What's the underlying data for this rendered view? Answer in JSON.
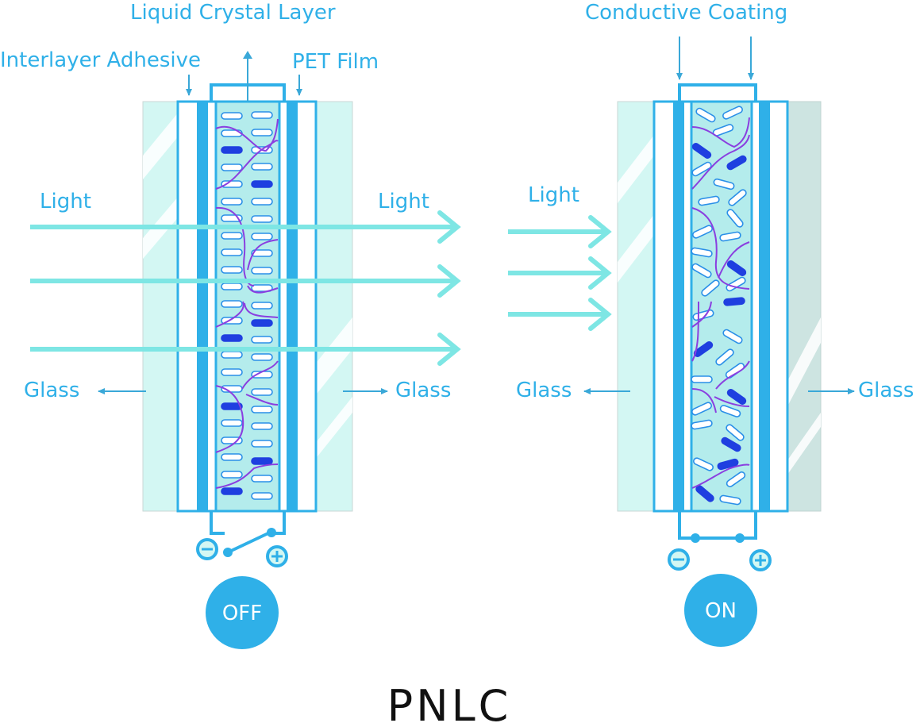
{
  "title": "PNLC",
  "colors": {
    "label": "#2fb0e8",
    "frame": "#2fb0e8",
    "glass_left": "#d3f7f3",
    "glass_right_on": "#cde4e1",
    "lc_fill": "#b4ecec",
    "light_ray": "#7ee6e4",
    "molecule_dark": "#1f3fe0",
    "polymer": "#8a3fe0",
    "badge": "#2fb0e8",
    "title": "#111111"
  },
  "off_panel": {
    "state_label": "OFF",
    "labels": {
      "liquid_crystal_layer": "Liquid Crystal Layer",
      "interlayer_adhesive": "Interlayer Adhesive",
      "pet_film": "PET Film",
      "light_in": "Light",
      "light_out": "Light",
      "glass_left": "Glass",
      "glass_right": "Glass"
    },
    "switch": "open",
    "light_passes": true
  },
  "on_panel": {
    "state_label": "ON",
    "labels": {
      "conductive_coating": "Conductive Coating",
      "light_in": "Light",
      "glass_left": "Glass",
      "glass_right": "Glass"
    },
    "switch": "closed",
    "light_passes": false
  },
  "terminals": {
    "negative": "−",
    "positive": "+"
  }
}
